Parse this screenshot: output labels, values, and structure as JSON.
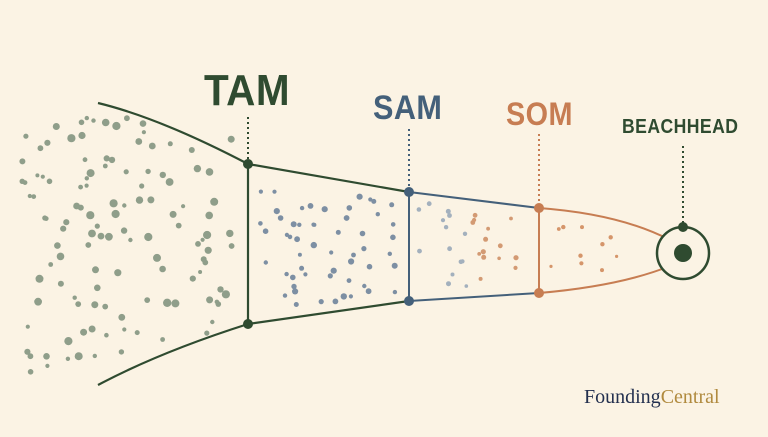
{
  "labels": {
    "tam": "TAM",
    "sam": "SAM",
    "som": "SOM",
    "beachhead": "BEACHHEAD"
  },
  "brand": {
    "part1": "Founding",
    "part2": "Central"
  },
  "colors": {
    "background": "#fbf3e4",
    "tam": "#2f4b30",
    "sam": "#44607a",
    "som": "#c77d52",
    "beachhead": "#2f4b30",
    "brand_navy": "#23304f",
    "brand_gold": "#b08a3e"
  }
}
